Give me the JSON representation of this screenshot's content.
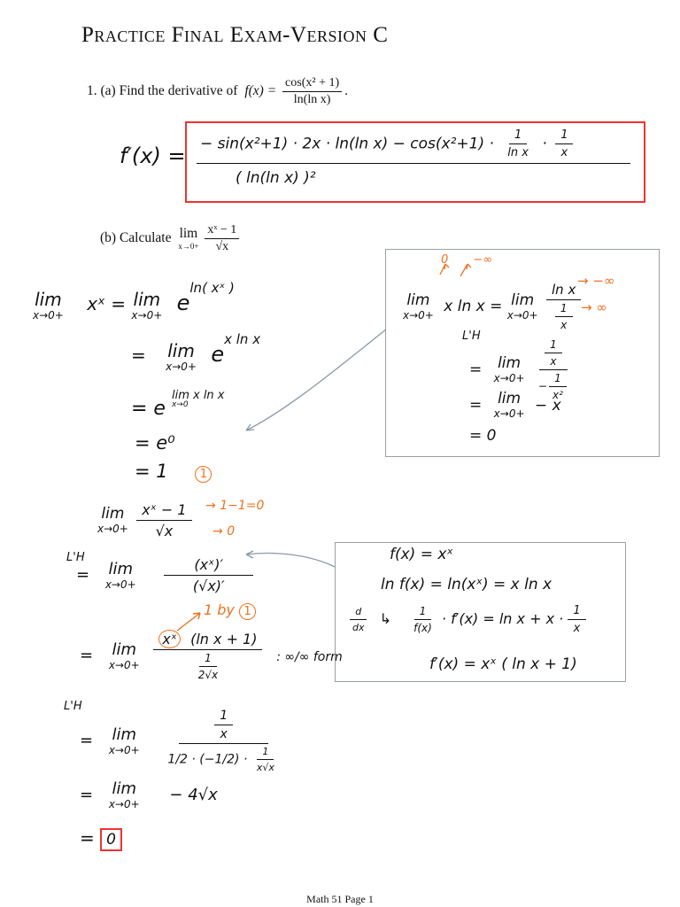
{
  "title": "Practice Final Exam-Version C",
  "part_a": {
    "label": "1.  (a)  Find the derivative of",
    "fx": "f(x) =",
    "num": "cos(x² + 1)",
    "den": "ln(ln x)"
  },
  "answer_a": {
    "lhs": "f′(x) =",
    "num_1": "− sin(x²+1) · 2x · ln(ln x)  −  cos(x²+1) ·",
    "num_f1_num": "1",
    "num_f1_den": "ln x",
    "num_dot": "·",
    "num_f2_num": "1",
    "num_f2_den": "x",
    "den": "( ln(ln x) )²"
  },
  "part_b": {
    "label": "(b)  Calculate",
    "lim": "lim",
    "lim_sub": "x→0+",
    "num": "xˣ − 1",
    "den": "√x"
  },
  "work_left": {
    "l1_lim": "lim",
    "l1_sub": "x→0+",
    "l1_expr": "xˣ  =",
    "l1_lim2": "lim",
    "l1_sub2": "x→0+",
    "l1_e": "e",
    "l1_exp": "ln( xˣ )",
    "l2_eq": "=",
    "l2_lim": "lim",
    "l2_sub": "x→0+",
    "l2_e": "e",
    "l2_exp": "x ln x",
    "l3": "= e",
    "l3_exp": "lim x ln x",
    "l3_expsub": "x→0",
    "l4": "= e⁰",
    "l5": "= 1",
    "l5_mark": "1"
  },
  "side_box_1": {
    "arrows_top_a": "0",
    "arrows_top_b": "−∞",
    "l1_lim": "lim",
    "l1_sub": "x→0+",
    "l1_expr": "x ln x =",
    "l1_lim2": "lim",
    "l1_sub2": "x→0+",
    "l1_num": "ln x",
    "l1_den_num": "1",
    "l1_den_den": "x",
    "l1_note_a": "→ −∞",
    "l1_note_b": "→ ∞",
    "lh": "L'H",
    "l2_eq": "=",
    "l2_lim": "lim",
    "l2_sub": "x→0+",
    "l2_num_num": "1",
    "l2_num_den": "x",
    "l2_den_num": "1",
    "l2_den_pre": "−",
    "l2_den_den": "x²",
    "l3_eq": "=",
    "l3_lim": "lim",
    "l3_sub": "x→0+",
    "l3_expr": "− x",
    "l4": "= 0"
  },
  "work_lower": {
    "l1_lim": "lim",
    "l1_sub": "x→0+",
    "l1_num": "xˣ − 1",
    "l1_den": "√x",
    "l1_note_a": "1−1=0",
    "l1_note_b": "0",
    "lh1": "L'H",
    "l2_eq": "=",
    "l2_lim": "lim",
    "l2_sub": "x→0+",
    "l2_num": "(xˣ)′",
    "l2_den": "(√x)′",
    "l3_note": "1   by",
    "l3_note_mark": "1",
    "l3_eq": "=",
    "l3_lim": "lim",
    "l3_sub": "x→0+",
    "l3_num_circ": "xˣ",
    "l3_num_rest": "(ln x + 1)",
    "l3_den_num": "1",
    "l3_den_den": "2√x",
    "l3_form": ": ∞/∞ form",
    "lh2": "L'H",
    "l4_eq": "=",
    "l4_lim": "lim",
    "l4_sub": "x→0+",
    "l4_num_num": "1",
    "l4_num_den": "x",
    "l4_den": "1/2 · (−1/2) ·",
    "l4_den_num": "1",
    "l4_den_den": "x√x",
    "l5_eq": "=",
    "l5_lim": "lim",
    "l5_sub": "x→0+",
    "l5_expr": "− 4√x",
    "l6_eq": "=",
    "l6_ans": "0"
  },
  "side_box_2": {
    "l1": "f(x) = xˣ",
    "l2": "ln f(x) = ln(xˣ) = x ln x",
    "l3_ddx_num": "d",
    "l3_ddx_den": "dx",
    "l3_f_num": "1",
    "l3_f_den": "f(x)",
    "l3_mid": "· f′(x) =  ln x + x ·",
    "l3_r_num": "1",
    "l3_r_den": "x",
    "l4": "f′(x) = xˣ ( ln x + 1)"
  },
  "footer": "Math 51 Page 1",
  "colors": {
    "annotation": "#f07020",
    "answer_box": "#e33333",
    "side_box": "#9aa0a0",
    "arrow": "#8a9aa8"
  }
}
